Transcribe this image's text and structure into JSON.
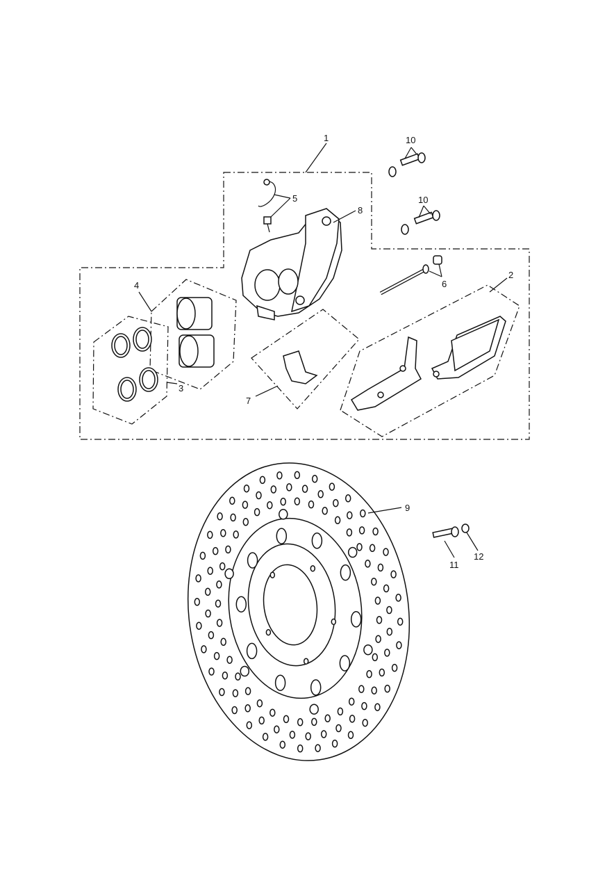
{
  "diagram": {
    "callouts": [
      {
        "id": "1",
        "label": "1"
      },
      {
        "id": "2",
        "label": "2"
      },
      {
        "id": "3",
        "label": "3"
      },
      {
        "id": "4",
        "label": "4"
      },
      {
        "id": "5",
        "label": "5"
      },
      {
        "id": "6",
        "label": "6"
      },
      {
        "id": "7",
        "label": "7"
      },
      {
        "id": "8",
        "label": "8"
      },
      {
        "id": "9",
        "label": "9"
      },
      {
        "id": "10a",
        "label": "10"
      },
      {
        "id": "10b",
        "label": "10"
      },
      {
        "id": "11",
        "label": "11"
      },
      {
        "id": "12",
        "label": "12"
      }
    ]
  }
}
